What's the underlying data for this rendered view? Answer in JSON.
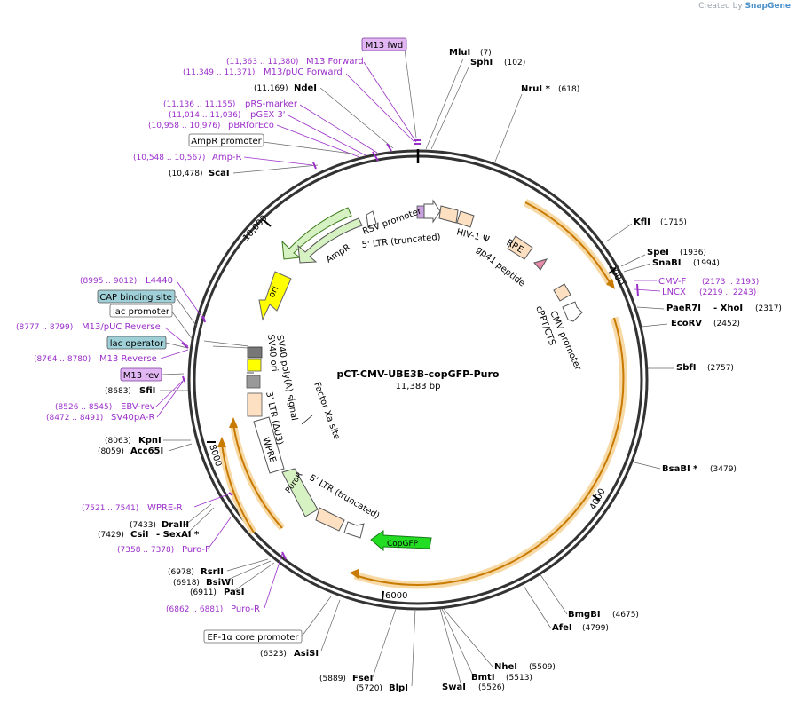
{
  "credit": {
    "prefix": "Created by",
    "brand": "SnapGene"
  },
  "plasmid": {
    "name": "pCT-CMV-UBE3B-copGFP-Puro",
    "length": "11,383 bp"
  },
  "ring_ticks": [
    "2000",
    "4000",
    "6000",
    "8000",
    "10,000"
  ],
  "sites_right": [
    {
      "name": "MluI",
      "pos": "(7)"
    },
    {
      "name": "SphI",
      "pos": "(102)"
    },
    {
      "name": "NruI *",
      "pos": "(618)"
    },
    {
      "name": "KflI",
      "pos": "(1715)"
    },
    {
      "name": "SpeI",
      "pos": "(1936)"
    },
    {
      "name": "SnaBI",
      "pos": "(1994)"
    },
    {
      "name": "PaeR7I",
      "pos": ""
    },
    {
      "name": "- XhoI",
      "pos": "(2317)"
    },
    {
      "name": "EcoRV",
      "pos": "(2452)"
    },
    {
      "name": "SbfI",
      "pos": "(2757)"
    },
    {
      "name": "BsaBI *",
      "pos": "(3479)"
    },
    {
      "name": "BmgBI",
      "pos": "(4675)"
    },
    {
      "name": "AfeI",
      "pos": "(4799)"
    },
    {
      "name": "NheI",
      "pos": "(5509)"
    },
    {
      "name": "BmtI",
      "pos": "(5513)"
    },
    {
      "name": "SwaI",
      "pos": "(5526)"
    }
  ],
  "sites_left": [
    {
      "name": "NdeI",
      "pos": "(11,169)"
    },
    {
      "name": "ScaI",
      "pos": "(10,478)"
    },
    {
      "name": "SfiI",
      "pos": "(8683)"
    },
    {
      "name": "KpnI",
      "pos": "(8063)"
    },
    {
      "name": "Acc65I",
      "pos": "(8059)"
    },
    {
      "name": "DraIII",
      "pos": "(7433)"
    },
    {
      "name": "CsiI",
      "pos": "(7429)"
    },
    {
      "name": "- SexAI *",
      "pos": ""
    },
    {
      "name": "RsrII",
      "pos": "(6978)"
    },
    {
      "name": "BsiWI",
      "pos": "(6918)"
    },
    {
      "name": "PasI",
      "pos": "(6911)"
    },
    {
      "name": "AsiSI",
      "pos": "(6323)"
    },
    {
      "name": "FseI",
      "pos": "(5889)"
    },
    {
      "name": "BlpI",
      "pos": "(5720)"
    }
  ],
  "primers": [
    {
      "name": "M13 Forward",
      "pos": "(11,363 .. 11,380)"
    },
    {
      "name": "M13/pUC Forward",
      "pos": "(11,349 .. 11,371)"
    },
    {
      "name": "pRS-marker",
      "pos": "(11,136 .. 11,155)"
    },
    {
      "name": "pGEX 3'",
      "pos": "(11,014 .. 11,036)"
    },
    {
      "name": "pBRforEco",
      "pos": "(10,958 .. 10,976)"
    },
    {
      "name": "Amp-R",
      "pos": "(10,548 .. 10,567)"
    },
    {
      "name": "L4440",
      "pos": "(8995 .. 9012)"
    },
    {
      "name": "M13/pUC Reverse",
      "pos": "(8777 .. 8799)"
    },
    {
      "name": "M13 Reverse",
      "pos": "(8764 .. 8780)"
    },
    {
      "name": "EBV-rev",
      "pos": "(8526 .. 8545)"
    },
    {
      "name": "SV40pA-R",
      "pos": "(8472 .. 8491)"
    },
    {
      "name": "WPRE-R",
      "pos": "(7521 .. 7541)"
    },
    {
      "name": "Puro-F",
      "pos": "(7358 .. 7378)"
    },
    {
      "name": "Puro-R",
      "pos": "(6862 .. 6881)"
    },
    {
      "name": "CMV-F",
      "pos": "(2173 .. 2193)"
    },
    {
      "name": "LNCX",
      "pos": "(2219 .. 2243)"
    }
  ],
  "boxed_labels": [
    {
      "text": "M13 fwd",
      "style": "purple"
    },
    {
      "text": "AmpR promoter",
      "style": "white"
    },
    {
      "text": "CAP binding site",
      "style": "blue"
    },
    {
      "text": "lac promoter",
      "style": "white"
    },
    {
      "text": "lac operator",
      "style": "blue"
    },
    {
      "text": "M13 rev",
      "style": "purple"
    },
    {
      "text": "EF-1α core promoter",
      "style": "white"
    }
  ],
  "features": [
    {
      "name": "RSV promoter"
    },
    {
      "name": "5' LTR (truncated)"
    },
    {
      "name": "HIV-1 Ψ"
    },
    {
      "name": "RRE"
    },
    {
      "name": "gp41 peptide"
    },
    {
      "name": "cPPT/CTS"
    },
    {
      "name": "CMV promoter"
    },
    {
      "name": "AmpR"
    },
    {
      "name": "ori"
    },
    {
      "name": "SV40 ori"
    },
    {
      "name": "SV40 poly(A) signal"
    },
    {
      "name": "3' LTR (ΔU3)"
    },
    {
      "name": "Factor Xa site"
    },
    {
      "name": "WPRE"
    },
    {
      "name": "5' LTR (truncated)"
    },
    {
      "name": "PuroR"
    },
    {
      "name": "CopGFP"
    }
  ]
}
